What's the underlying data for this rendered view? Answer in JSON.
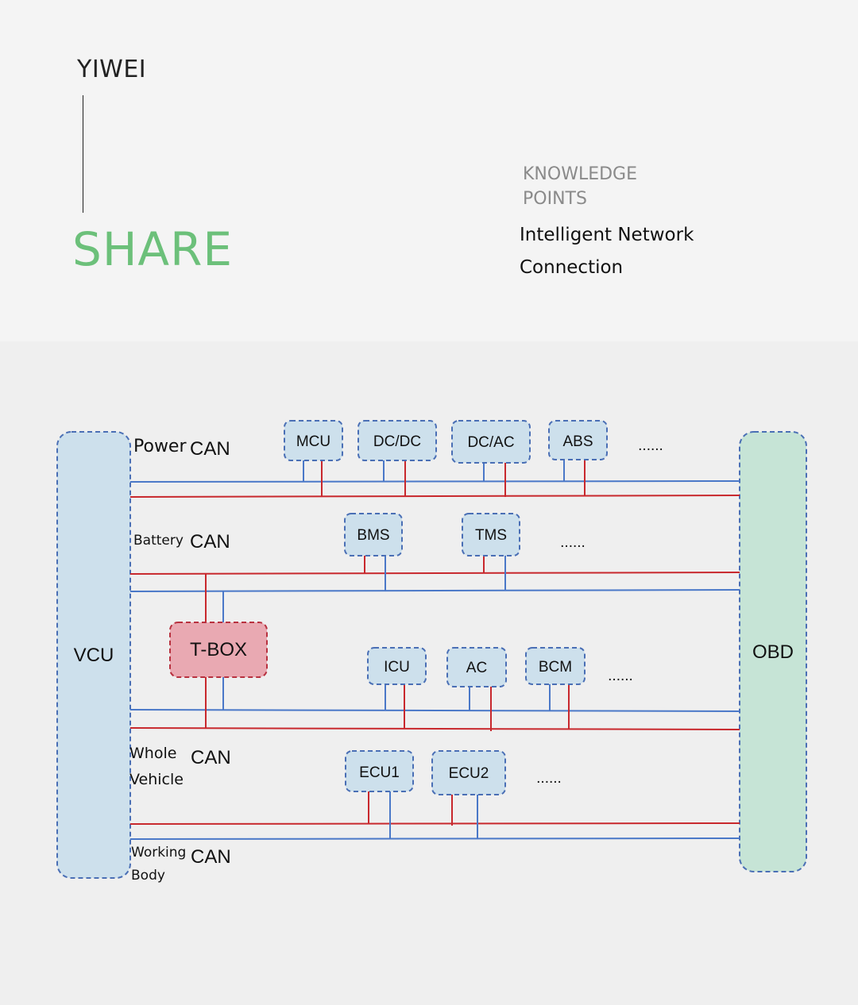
{
  "header": {
    "brand": "YIWEI",
    "share": "SHARE",
    "knowledge_label_line1": "KNOWLEDGE",
    "knowledge_label_line2": "POINTS",
    "topic_line1": "Intelligent Network",
    "topic_line2": "Connection"
  },
  "diagram": {
    "left_node": "VCU",
    "right_node": "OBD",
    "gateway": "T-BOX",
    "ellipsis": "......",
    "buses": {
      "power": {
        "prefix": "Power",
        "can": "CAN",
        "nodes": [
          "MCU",
          "DC/DC",
          "DC/AC",
          "ABS"
        ]
      },
      "battery": {
        "prefix": "Battery",
        "can": "CAN",
        "nodes": [
          "BMS",
          "TMS"
        ]
      },
      "vehicle": {
        "prefix_line1": "Whole",
        "prefix_line2": "Vehicle",
        "can": "CAN",
        "nodes": [
          "ICU",
          "AC",
          "BCM"
        ]
      },
      "body": {
        "prefix_line1": "Working",
        "prefix_line2": "Body",
        "can": "CAN",
        "nodes": [
          "ECU1",
          "ECU2"
        ]
      }
    },
    "colors": {
      "node_fill": "#cde0ec",
      "node_stroke": "#4a6fb5",
      "obd_fill": "#c6e4d6",
      "tbox_fill": "#e9a9b2",
      "tbox_stroke": "#b8313f",
      "bus_red": "#c8282d",
      "bus_blue": "#4a78c8"
    }
  }
}
